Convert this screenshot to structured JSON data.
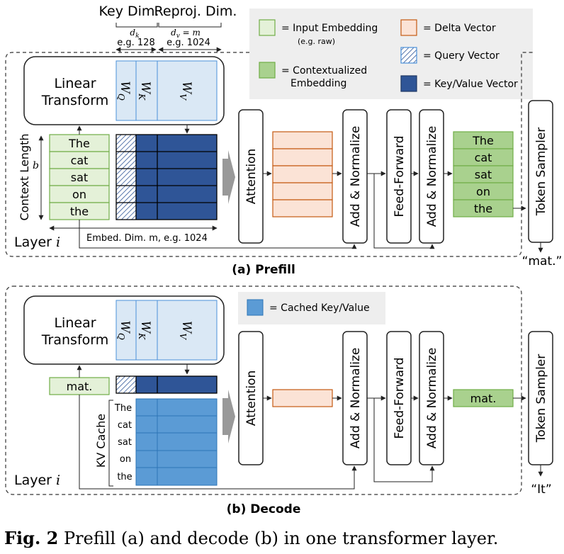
{
  "header": {
    "key_dim": "Key Dim.",
    "reproj_dim": "Reproj. Dim.",
    "dk": "d",
    "dk_sub": "k",
    "dv": "d",
    "dv_sub": "v",
    "dv_eq": " = m",
    "dk_example": "e.g. 128",
    "dv_example": "e.g. 1024"
  },
  "legend": {
    "input_embedding": "= Input Embedding",
    "input_embedding_note": "(e.g. raw)",
    "contextualized_1": "= Contextualized",
    "contextualized_2": "Embedding",
    "delta": "= Delta Vector",
    "query": "= Query Vector",
    "keyvalue": "= Key/Value Vector",
    "cached": "= Cached Key/Value"
  },
  "common": {
    "linear_1": "Linear",
    "linear_2": "Transform",
    "wq": "W",
    "wq_sub": "Q",
    "wk": "W",
    "wk_sub": "K",
    "wv": "W",
    "wv_sub": "V",
    "attention": "Attention",
    "add_norm": "Add & Normalize",
    "feed_forward": "Feed-Forward",
    "token_sampler": "Token Sampler",
    "layer": "Layer ",
    "layer_i": "i"
  },
  "prefill": {
    "tokens": [
      "The",
      "cat",
      "sat",
      "on",
      "the"
    ],
    "context_length": "Context Length",
    "b": "b",
    "embed_dim": "Embed. Dim. m, e.g. 1024",
    "output": "“mat.”",
    "caption": "(a) Prefill"
  },
  "decode": {
    "input_token": "mat.",
    "kv_cache": "KV Cache",
    "cache_tokens": [
      "The",
      "cat",
      "sat",
      "on",
      "the"
    ],
    "output_token": "mat.",
    "output": "“It”",
    "caption": "(b) Decode"
  },
  "figure_caption": {
    "label": "Fig. 2",
    "text": "Prefill (a) and decode (b) in one transformer layer."
  },
  "colors": {
    "input_fill": "#e4f1d8",
    "input_stroke": "#70ad47",
    "context_fill": "#a9d18e",
    "delta_fill": "#fbe3d6",
    "delta_stroke": "#c55a11",
    "kv_fill": "#2f5597",
    "cached_fill": "#5b9bd5",
    "weight_fill": "#dae8f5",
    "weight_stroke": "#4a90d9",
    "legend_bg": "#eeeeee"
  }
}
